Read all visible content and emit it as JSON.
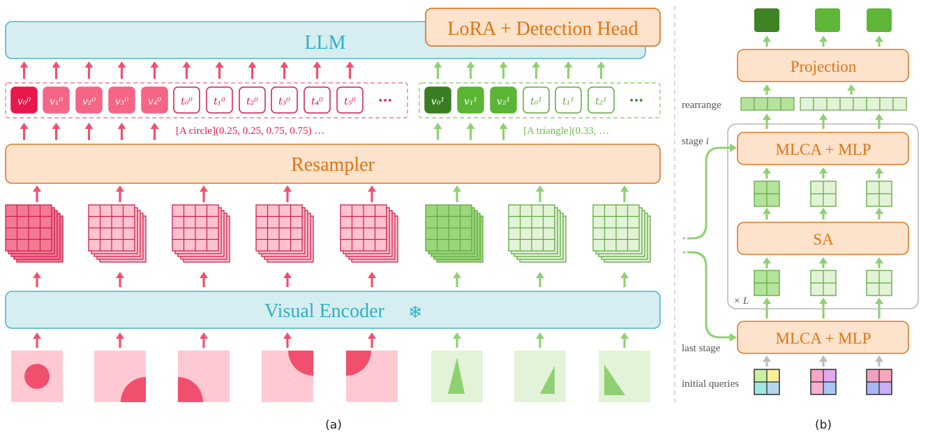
{
  "colors": {
    "pink_arrow": "#f0506e",
    "pink_dark": "#e8184a",
    "pink_mid": "#f46684",
    "pink_light": "#ffc3cf",
    "pink_border": "#cc1f4a",
    "green_arrow": "#8fd172",
    "green_dark": "#3a7d23",
    "green_mid": "#5bb535",
    "green_light": "#e2f3d7",
    "green_border": "#5fa840",
    "orange_fill": "#fde2cc",
    "orange_border": "#e07a2a",
    "orange_text": "#e07412",
    "cyan_fill": "#d6eef2",
    "cyan_border": "#4fb4c6",
    "cyan_text": "#2fb0c2",
    "gray_text": "#555555"
  },
  "panel_a": {
    "llm_label": "LLM",
    "lora_label": "LoRA + Detection Head",
    "resampler_label": "Resampler",
    "encoder_label": "Visual Encoder",
    "snowflake": "❄",
    "pink_token_labels": [
      "v₀⁰",
      "v₁⁰",
      "v₂⁰",
      "v₃⁰",
      "v₄⁰",
      "t₀⁰",
      "t₁⁰",
      "t₂⁰",
      "t₃⁰",
      "t₄⁰",
      "t₅⁰"
    ],
    "green_token_labels": [
      "v₀¹",
      "v₁¹",
      "v₂¹",
      "t₀¹",
      "t₁¹",
      "t₂¹"
    ],
    "ellipsis": "···",
    "pink_caption": "[A circle](0.25, 0.25, 0.75, 0.75) …",
    "green_caption": "[A triangle](0.33, …",
    "shape_icons": [
      "circle-center",
      "quarter-circle-bottom-right",
      "quarter-circle-bottom-left",
      "quarter-circle-top-right",
      "quarter-circle-top-left",
      "triangle-narrow",
      "triangle-right",
      "triangle-left"
    ],
    "caption": "(a)"
  },
  "panel_b": {
    "projection_label": "Projection",
    "mlca_label": "MLCA + MLP",
    "sa_label": "SA",
    "mlca_last_label": "MLCA + MLP",
    "row_labels": {
      "rearrange": "rearrange",
      "stage_i": "stage ",
      "stage_i_var": "i",
      "last_stage": "last stage",
      "initial_queries": "initial queries"
    },
    "repeat_label": "× L",
    "caption": "(b)"
  }
}
